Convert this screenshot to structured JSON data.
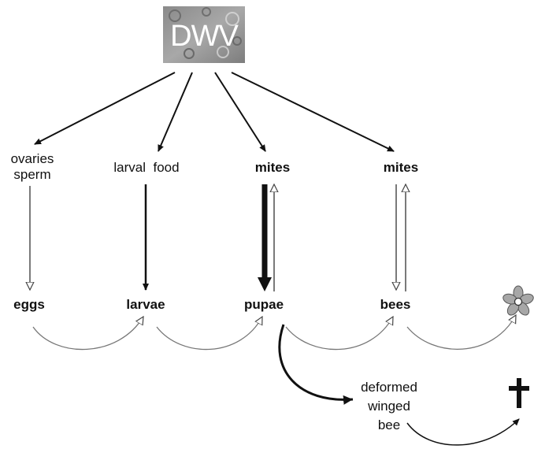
{
  "virus": {
    "label": "DWV"
  },
  "transmission_routes": {
    "ovaries_line1": "ovaries",
    "ovaries_line2": "sperm",
    "larval_food": "larval  food",
    "mites_pupae": "mites",
    "mites_bees": "mites"
  },
  "stages": {
    "eggs": "eggs",
    "larvae": "larvae",
    "pupae": "pupae",
    "bees": "bees"
  },
  "outcome": {
    "line1": "deformed",
    "line2": "winged",
    "line3": "bee"
  },
  "symbols": {
    "flower": "flower-icon",
    "death": "cross-icon"
  },
  "colors": {
    "arrow": "#111111",
    "cycle_arrow": "#777777",
    "flower_petal": "#a7a7a7",
    "flower_center": "#ffffff"
  }
}
